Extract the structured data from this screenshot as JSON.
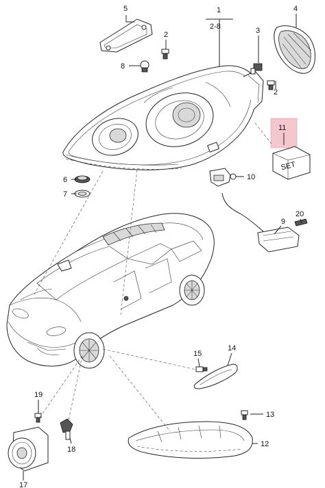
{
  "callouts": {
    "c1": "1",
    "c2_8": "2-8",
    "c2a": "2",
    "c2b": "2",
    "c3": "3",
    "c4": "4",
    "c5": "5",
    "c6": "6",
    "c7": "7",
    "c8": "8",
    "c9": "9",
    "c10": "10",
    "c11": "11",
    "c12": "12",
    "c13": "13",
    "c14": "14",
    "c15": "15",
    "c17": "17",
    "c18": "18",
    "c19": "19",
    "c20": "20"
  },
  "set_label": "SET",
  "colors": {
    "highlight": "#f4c7cf",
    "highlight_border": "#e79aa8",
    "ink": "#222222"
  }
}
